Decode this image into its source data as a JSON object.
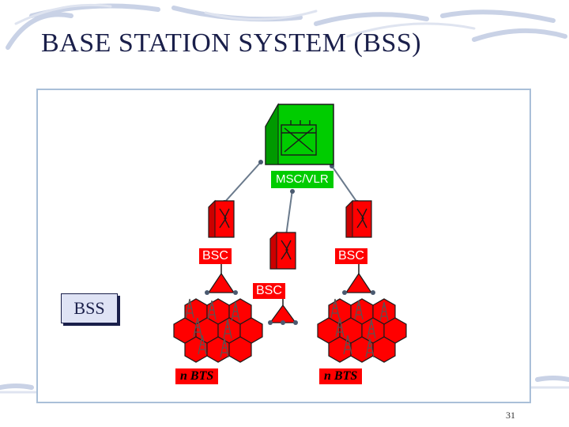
{
  "title": "BASE STATION SYSTEM (BSS)",
  "nodes": {
    "msc": "MSC/VLR",
    "bsc_left": "BSC",
    "bsc_right": "BSC",
    "bsc_center": "BSC",
    "bts_left": "n BTS",
    "bts_right": "n BTS"
  },
  "bss_label": "BSS",
  "page_number": "31",
  "colors": {
    "title": "#1a1f4a",
    "msc": "#00cc00",
    "bsc": "#ff0000",
    "bts": "#ff0000",
    "panel_border": "#a9bfd8"
  }
}
